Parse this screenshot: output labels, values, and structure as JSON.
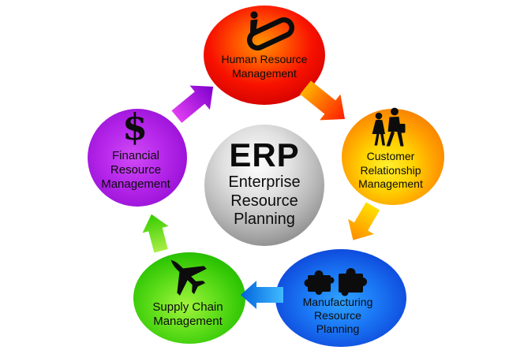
{
  "background": "#ffffff",
  "center": {
    "abbr": "ERP",
    "lines": [
      "Enterprise",
      "Resource",
      "Planning"
    ],
    "fill_center": "#ffffff",
    "fill_edge": "#858585"
  },
  "nodes": {
    "hrm": {
      "label_lines": [
        "Human Resource",
        "Management"
      ],
      "icon": "escalator-icon",
      "color": "#ee1200"
    },
    "crm": {
      "label_lines": [
        "Customer",
        "Relationship",
        "Management"
      ],
      "icon": "customers-icon",
      "color": "#f88000"
    },
    "mrp": {
      "label_lines": [
        "Manufacturing",
        "Resource",
        "Planning"
      ],
      "icon": "puzzle-icon",
      "color": "#0f4ede"
    },
    "scm": {
      "label_lines": [
        "Supply Chain",
        "Management"
      ],
      "icon": "airplane-icon",
      "color": "#2cc204"
    },
    "frm": {
      "label_lines": [
        "Financial",
        "Resource",
        "Management"
      ],
      "icon": "dollar-icon",
      "dollar_symbol": "$",
      "color": "#9c14d8"
    }
  },
  "arrows": {
    "frm_to_hrm": {
      "tail_color": "#e03ef2",
      "head_color": "#7d00cd"
    },
    "hrm_to_crm": {
      "tail_color": "#ffb300",
      "head_color": "#ff1a00"
    },
    "crm_to_mrp": {
      "tail_color": "#ffe000",
      "head_color": "#ff8c00"
    },
    "mrp_to_scm": {
      "tail_color": "#41bbff",
      "head_color": "#0063dd"
    },
    "scm_to_frm": {
      "tail_color": "#a8ee46",
      "head_color": "#35cc00"
    }
  }
}
